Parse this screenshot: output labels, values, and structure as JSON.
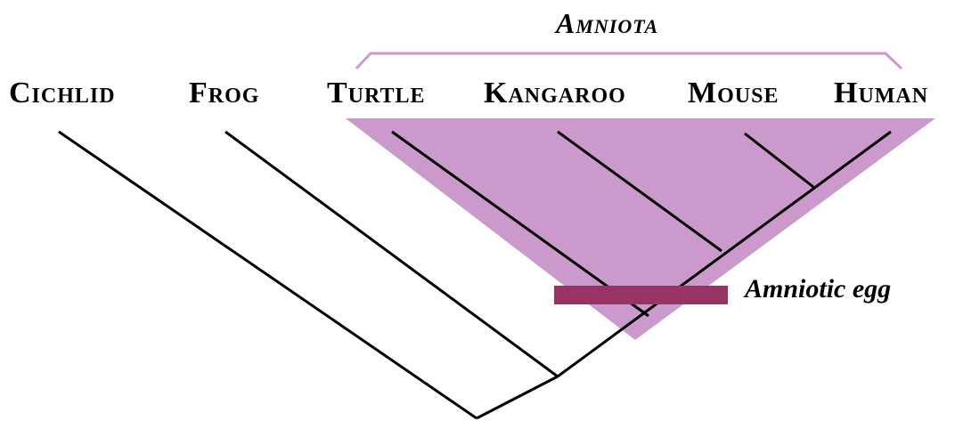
{
  "clade": {
    "name": "Amniota",
    "shade_color": "#cc99cc"
  },
  "taxa": [
    {
      "name": "Cichlid"
    },
    {
      "name": "Frog"
    },
    {
      "name": "Turtle"
    },
    {
      "name": "Kangaroo"
    },
    {
      "name": "Mouse"
    },
    {
      "name": "Human"
    }
  ],
  "trait": {
    "label": "Amniotic egg",
    "marker_color": "#993366"
  },
  "colors": {
    "background": "#ffffff",
    "branch": "#000000",
    "bracket": "#cc99cc"
  }
}
